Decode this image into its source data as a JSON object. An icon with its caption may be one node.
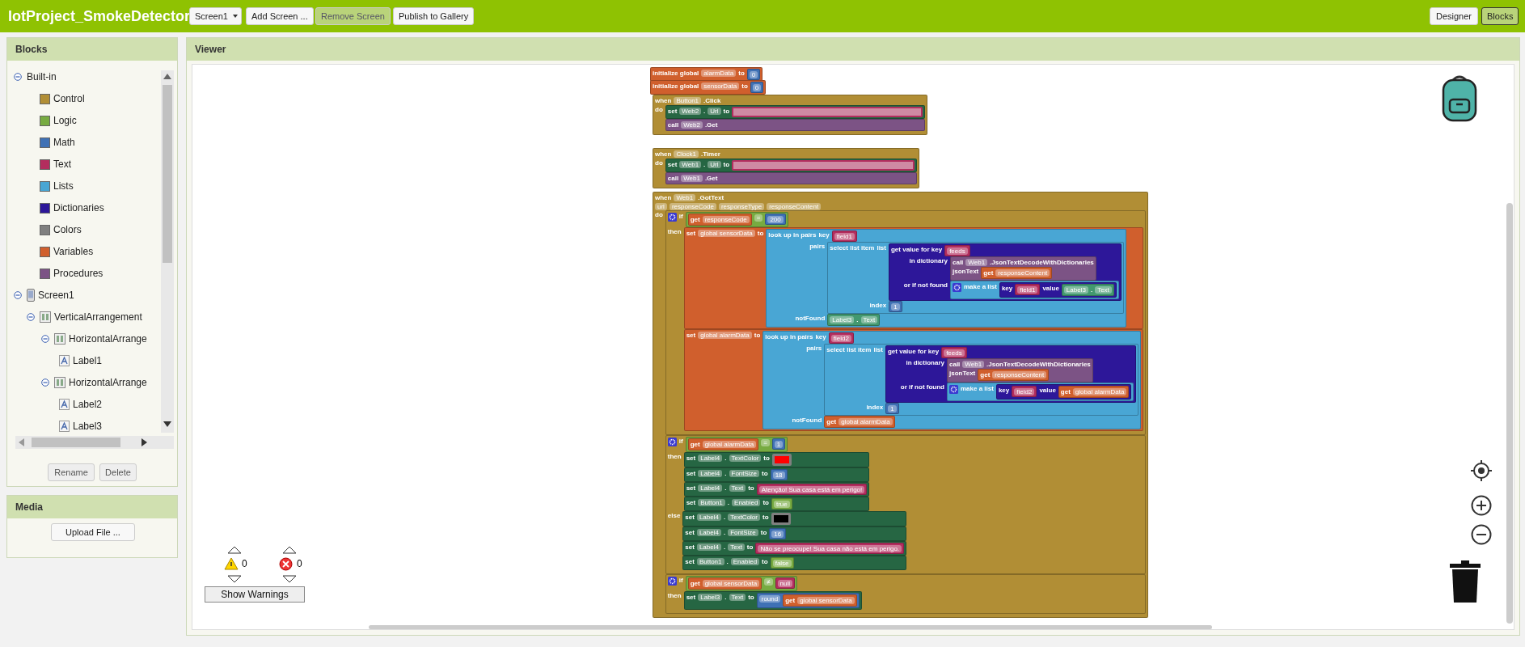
{
  "diagram": {
    "title": "IotProject_SmokeDetector",
    "nodes": [
      {
        "text": [
          "Screen1"
        ]
      },
      {
        "text": [
          "Add Screen ..."
        ]
      },
      {
        "text": [
          "Remove Screen"
        ]
      },
      {
        "text": [
          "Publish to Gallery"
        ]
      },
      {
        "text": [
          "Designer"
        ]
      },
      {
        "text": [
          "Blocks"
        ]
      },
      {
        "text": [
          "Blocks"
        ]
      },
      {
        "text": [
          "Built-in"
        ],
        "in": 6
      },
      {
        "text": [
          "Control"
        ],
        "in": 6
      },
      {
        "text": [
          "Logic"
        ],
        "in": 6
      },
      {
        "text": [
          "Math"
        ],
        "in": 6
      },
      {
        "text": [
          "Text"
        ],
        "in": 6
      },
      {
        "text": [
          "Lists"
        ],
        "in": 6
      },
      {
        "text": [
          "Dictionaries"
        ],
        "in": 6
      },
      {
        "text": [
          "Colors"
        ],
        "in": 6
      },
      {
        "text": [
          "Variables"
        ],
        "in": 6
      },
      {
        "text": [
          "Procedures"
        ],
        "in": 6
      },
      {
        "text": [
          "Screen1"
        ],
        "in": 6
      },
      {
        "text": [
          "VerticalArrangement"
        ],
        "in": 6
      },
      {
        "text": [
          "HorizontalArrange"
        ],
        "in": 6
      },
      {
        "text": [
          "Label1"
        ],
        "in": 6
      },
      {
        "text": [
          "HorizontalArrange"
        ],
        "in": 6
      },
      {
        "text": [
          "Label2"
        ],
        "in": 6
      },
      {
        "text": [
          "Label3"
        ],
        "in": 6
      },
      {
        "text": [
          "Rename"
        ],
        "in": 6
      },
      {
        "text": [
          "Delete"
        ],
        "in": 6
      },
      {
        "text": [
          "Media"
        ]
      },
      {
        "text": [
          "Upload File ..."
        ],
        "in": 26
      },
      {
        "text": [
          "Viewer"
        ]
      },
      {
        "text": [
          "Show Warnings"
        ],
        "in": 28
      },
      {
        "text": [
          "initialize global",
          "alarmData",
          "to"
        ],
        "in": 28
      },
      {
        "text": [
          "0"
        ],
        "in": 30
      },
      {
        "text": [
          "initialize global",
          "sensorData",
          "to"
        ],
        "in": 28
      },
      {
        "text": [
          "0"
        ],
        "in": 32
      },
      {
        "text": [
          "when",
          "Button1",
          ".Click",
          "do"
        ],
        "in": 28
      },
      {
        "text": [
          "set",
          "Web2",
          ".",
          "Url",
          "to"
        ],
        "in": 34
      },
      {
        "text": [],
        "shape": "box",
        "in": 35
      },
      {
        "text": [
          "call",
          "Web2",
          ".Get"
        ],
        "in": 34
      },
      {
        "text": [
          "when",
          "Clock1",
          ".Timer",
          "do"
        ],
        "in": 28
      },
      {
        "text": [
          "set",
          "Web1",
          ".",
          "Url",
          "to"
        ],
        "in": 38
      },
      {
        "text": [],
        "shape": "box",
        "in": 39
      },
      {
        "text": [
          "call",
          "Web1",
          ".Get"
        ],
        "in": 38
      },
      {
        "text": [
          "when",
          "Web1",
          ".GotText",
          "url",
          "responseCode",
          "responseType",
          "responseContent",
          "do"
        ],
        "in": 28
      },
      {
        "text": [
          "if",
          "then"
        ],
        "in": 42
      },
      {
        "text": [
          "="
        ],
        "in": 43
      },
      {
        "text": [
          "get",
          "responseCode"
        ],
        "in": 44
      },
      {
        "text": [
          "200"
        ],
        "in": 44
      },
      {
        "text": [
          "set",
          "global sensorData",
          "to"
        ],
        "in": 43
      },
      {
        "text": [
          "look up in pairs",
          "key",
          "pairs",
          "notFound"
        ],
        "in": 47
      },
      {
        "text": [
          "field1"
        ],
        "in": 48
      },
      {
        "text": [
          "select list item",
          "list",
          "index"
        ],
        "in": 48
      },
      {
        "text": [
          "get value for key",
          "in dictionary",
          "or if not found"
        ],
        "in": 50
      },
      {
        "text": [
          "feeds"
        ],
        "in": 51
      },
      {
        "text": [
          "call",
          "Web1",
          ".JsonTextDecodeWithDictionaries",
          "jsonText"
        ],
        "in": 51
      },
      {
        "text": [
          "get",
          "responseContent"
        ],
        "in": 53
      },
      {
        "text": [
          "make a list"
        ],
        "in": 51
      },
      {
        "text": [
          "key",
          "value"
        ],
        "in": 55
      },
      {
        "text": [
          "field1"
        ],
        "in": 56
      },
      {
        "text": [
          "Label3",
          ".",
          "Text"
        ],
        "in": 56
      },
      {
        "text": [
          "1"
        ],
        "in": 50
      },
      {
        "text": [
          "Label3",
          ".",
          "Text"
        ],
        "in": 48
      },
      {
        "text": [
          "set",
          "global alarmData",
          "to"
        ],
        "in": 43
      },
      {
        "text": [
          "look up in pairs",
          "key",
          "pairs",
          "notFound"
        ],
        "in": 61
      },
      {
        "text": [
          "field2"
        ],
        "in": 62
      },
      {
        "text": [
          "select list item",
          "list",
          "index"
        ],
        "in": 62
      },
      {
        "text": [
          "get value for key",
          "in dictionary",
          "or if not found"
        ],
        "in": 64
      },
      {
        "text": [
          "feeds"
        ],
        "in": 65
      },
      {
        "text": [
          "call",
          "Web1",
          ".JsonTextDecodeWithDictionaries",
          "jsonText"
        ],
        "in": 65
      },
      {
        "text": [
          "get",
          "responseContent"
        ],
        "in": 67
      },
      {
        "text": [
          "make a list"
        ],
        "in": 65
      },
      {
        "text": [
          "key",
          "value"
        ],
        "in": 69
      },
      {
        "text": [
          "field2"
        ],
        "in": 70
      },
      {
        "text": [
          "get",
          "global alarmData"
        ],
        "in": 70
      },
      {
        "text": [
          "1"
        ],
        "in": 64
      },
      {
        "text": [
          "get",
          "global alarmData"
        ],
        "in": 62
      },
      {
        "text": [
          "if",
          "then",
          "else"
        ],
        "in": 42
      },
      {
        "text": [
          "="
        ],
        "in": 75
      },
      {
        "text": [
          "get",
          "global alarmData"
        ],
        "in": 76
      },
      {
        "text": [
          "1"
        ],
        "in": 76
      },
      {
        "text": [
          "set",
          "Label4",
          ".",
          "TextColor",
          "to"
        ],
        "in": 75
      },
      {
        "text": [],
        "shape": "box",
        "in": 79
      },
      {
        "text": [
          "set",
          "Label4",
          ".",
          "FontSize",
          "to"
        ],
        "in": 75
      },
      {
        "text": [
          "18"
        ],
        "in": 81
      },
      {
        "text": [
          "set",
          "Label4",
          ".",
          "Text",
          "to"
        ],
        "in": 75
      },
      {
        "text": [
          "Atenção! Sua casa está em perigo!"
        ],
        "in": 83
      },
      {
        "text": [
          "set",
          "Button1",
          ".",
          "Enabled",
          "to"
        ],
        "in": 75
      },
      {
        "text": [
          "true"
        ],
        "in": 85
      },
      {
        "text": [
          "set",
          "Label4",
          ".",
          "TextColor",
          "to"
        ],
        "in": 75
      },
      {
        "text": [],
        "shape": "box",
        "in": 87
      },
      {
        "text": [
          "set",
          "Label4",
          ".",
          "FontSize",
          "to"
        ],
        "in": 75
      },
      {
        "text": [
          "16"
        ],
        "in": 89
      },
      {
        "text": [
          "set",
          "Label4",
          ".",
          "Text",
          "to"
        ],
        "in": 75
      },
      {
        "text": [
          "Não se preocupe! Sua casa não está em perigo."
        ],
        "in": 91
      },
      {
        "text": [
          "set",
          "Button1",
          ".",
          "Enabled",
          "to"
        ],
        "in": 75
      },
      {
        "text": [
          "false"
        ],
        "in": 93
      },
      {
        "text": [
          "if",
          "then"
        ],
        "in": 42
      },
      {
        "text": [
          "≠"
        ],
        "in": 95
      },
      {
        "text": [
          "get",
          "global sensorData"
        ],
        "in": 96
      },
      {
        "text": [
          "null"
        ],
        "in": 96
      },
      {
        "text": [
          "set",
          "Label3",
          ".",
          "Text",
          "to"
        ],
        "in": 95
      },
      {
        "text": [
          "round"
        ],
        "in": 99
      },
      {
        "text": [
          "get",
          "global sensorData"
        ],
        "in": 100
      }
    ],
    "labels": [
      "0",
      "0"
    ]
  }
}
